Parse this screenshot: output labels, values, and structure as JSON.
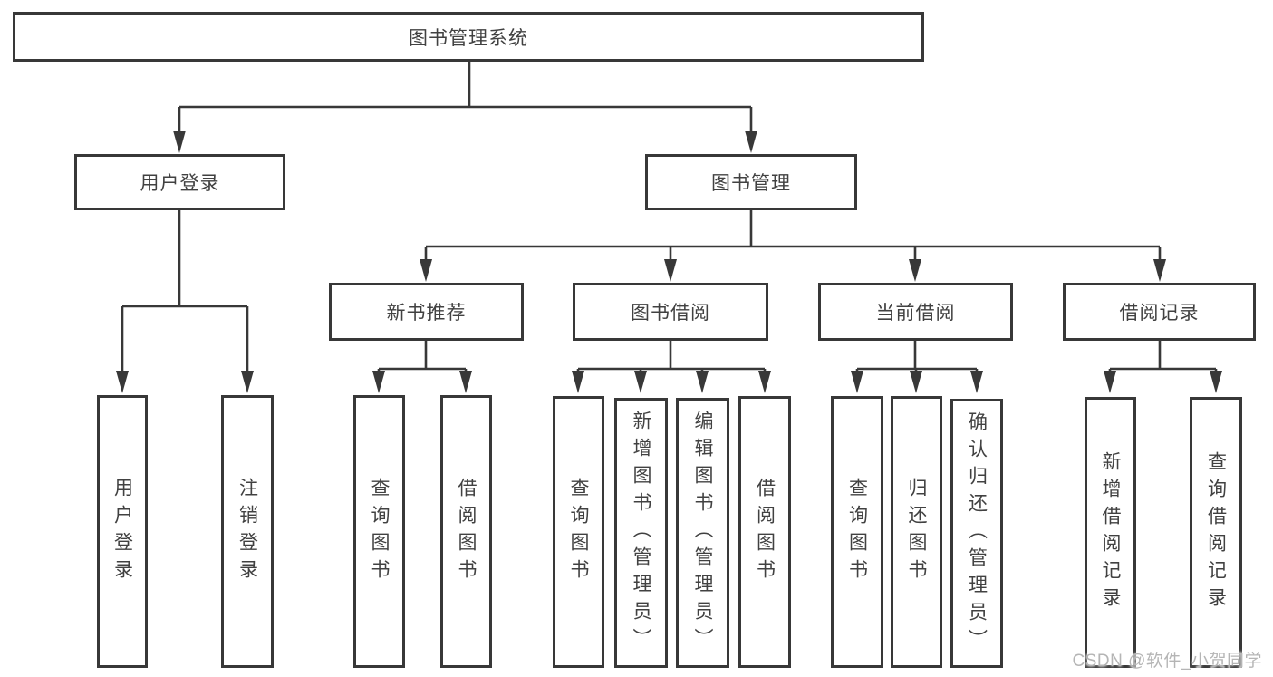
{
  "watermark": "CSDN @软件_小贺同学",
  "colors": {
    "line": "#383838",
    "box_border": "#383838",
    "text": "#414141",
    "background": "#ffffff",
    "watermark": "#b5b5b5"
  },
  "tree": {
    "root": {
      "label": "图书管理系统"
    },
    "branches": [
      {
        "label": "用户登录",
        "children": [
          {
            "label": "用户登录"
          },
          {
            "label": "注销登录"
          }
        ]
      },
      {
        "label": "图书管理",
        "children": [
          {
            "label": "新书推荐",
            "children": [
              {
                "label": "查询图书"
              },
              {
                "label": "借阅图书"
              }
            ]
          },
          {
            "label": "图书借阅",
            "children": [
              {
                "label": "查询图书"
              },
              {
                "label": "新增图书（管理员）"
              },
              {
                "label": "编辑图书（管理员）"
              },
              {
                "label": "借阅图书"
              }
            ]
          },
          {
            "label": "当前借阅",
            "children": [
              {
                "label": "查询图书"
              },
              {
                "label": "归还图书"
              },
              {
                "label": "确认归还（管理员）"
              }
            ]
          },
          {
            "label": "借阅记录",
            "children": [
              {
                "label": "新增借阅记录"
              },
              {
                "label": "查询借阅记录"
              }
            ]
          }
        ]
      }
    ]
  }
}
